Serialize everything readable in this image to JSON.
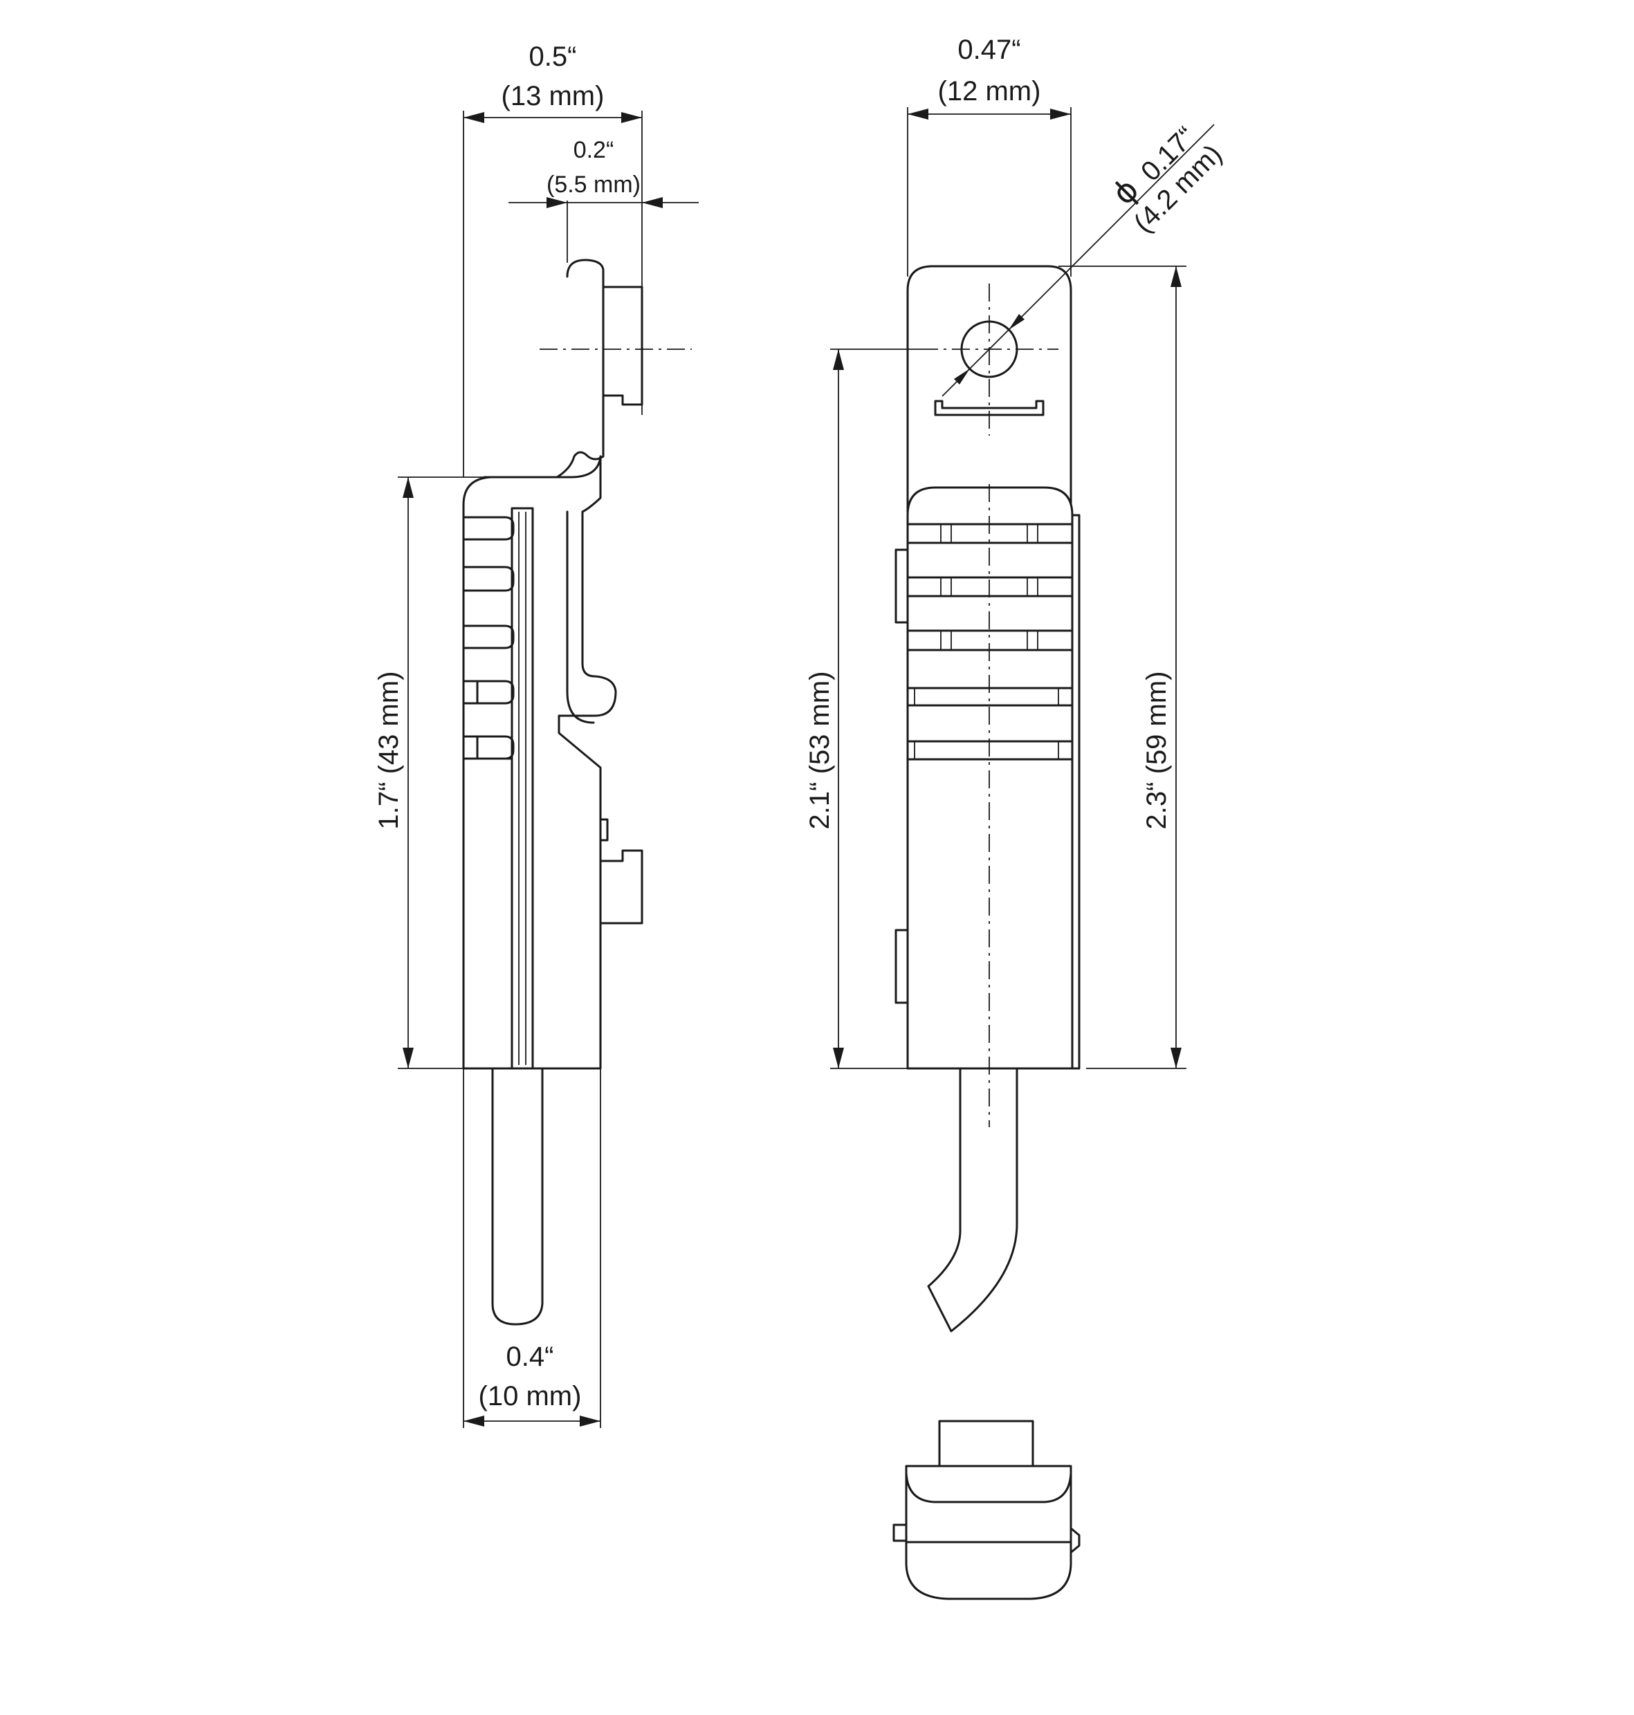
{
  "side_view": {
    "width_in": "0.5“",
    "width_mm": "(13 mm)",
    "offset_in": "0.2“",
    "offset_mm": "(5.5 mm)",
    "body_height_in_mm": "1.7“ (43 mm)",
    "cable_width_in": "0.4“",
    "cable_width_mm": "(10 mm)"
  },
  "front_view": {
    "width_in": "0.47“",
    "width_mm": "(12 mm)",
    "hole_diameter_symbol": "ϕ",
    "hole_diameter_in": "0.17“",
    "hole_diameter_mm": "(4.2 mm)",
    "hole_to_bottom": "2.1“ (53 mm)",
    "overall_height": "2.3“ (59 mm)"
  }
}
